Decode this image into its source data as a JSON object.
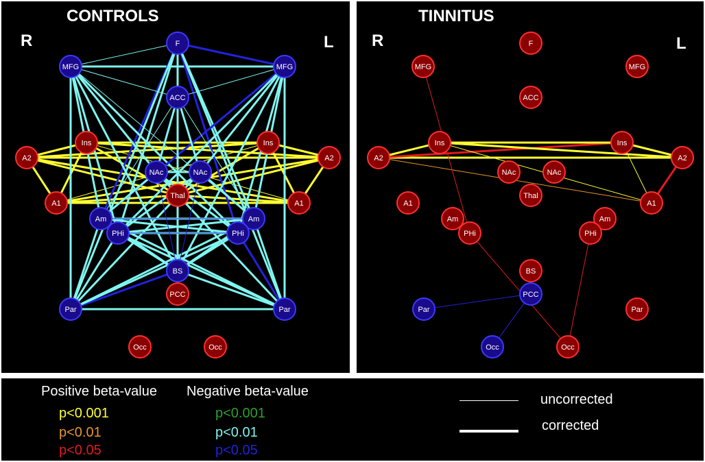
{
  "colors": {
    "pos_p001": "#ffff33",
    "pos_p01": "#e8962e",
    "pos_p05": "#e31a1c",
    "neg_p001": "#2ca02c",
    "neg_p01": "#7ff5f0",
    "neg_p05": "#2222dd",
    "node_pos": "#8b0000",
    "node_neg": "#1a0a8c"
  },
  "panels": {
    "controls": {
      "title": "CONTROLS",
      "right_label": "R",
      "left_label": "L",
      "nodes": [
        {
          "id": "F",
          "label": "F",
          "type": "neg"
        },
        {
          "id": "MFG_R",
          "label": "MFG",
          "type": "neg"
        },
        {
          "id": "MFG_L",
          "label": "MFG",
          "type": "neg"
        },
        {
          "id": "ACC",
          "label": "ACC",
          "type": "neg"
        },
        {
          "id": "Ins_R",
          "label": "Ins",
          "type": "pos"
        },
        {
          "id": "Ins_L",
          "label": "Ins",
          "type": "pos"
        },
        {
          "id": "A2_R",
          "label": "A2",
          "type": "pos"
        },
        {
          "id": "A2_L",
          "label": "A2",
          "type": "pos"
        },
        {
          "id": "NAc_R",
          "label": "NAc",
          "type": "neg"
        },
        {
          "id": "NAc_L",
          "label": "NAc",
          "type": "neg"
        },
        {
          "id": "Thal",
          "label": "Thal",
          "type": "pos"
        },
        {
          "id": "A1_R",
          "label": "A1",
          "type": "pos"
        },
        {
          "id": "A1_L",
          "label": "A1",
          "type": "pos"
        },
        {
          "id": "Am_R",
          "label": "Am",
          "type": "neg"
        },
        {
          "id": "Am_L",
          "label": "Am",
          "type": "neg"
        },
        {
          "id": "PHi_R",
          "label": "PHi",
          "type": "neg"
        },
        {
          "id": "PHi_L",
          "label": "PHi",
          "type": "neg"
        },
        {
          "id": "BS",
          "label": "BS",
          "type": "neg"
        },
        {
          "id": "PCC",
          "label": "PCC",
          "type": "pos"
        },
        {
          "id": "Par_R",
          "label": "Par",
          "type": "neg"
        },
        {
          "id": "Par_L",
          "label": "Par",
          "type": "neg"
        },
        {
          "id": "Occ_R",
          "label": "Occ",
          "type": "pos"
        },
        {
          "id": "Occ_L",
          "label": "Occ",
          "type": "pos"
        }
      ],
      "edges": [
        {
          "a": "A2_R",
          "b": "A2_L",
          "c": "pos_p001",
          "w": "c"
        },
        {
          "a": "A2_R",
          "b": "Ins_L",
          "c": "pos_p001",
          "w": "c"
        },
        {
          "a": "Ins_R",
          "b": "A2_L",
          "c": "pos_p001",
          "w": "c"
        },
        {
          "a": "Ins_R",
          "b": "Ins_L",
          "c": "pos_p001",
          "w": "c"
        },
        {
          "a": "A2_R",
          "b": "Ins_R",
          "c": "pos_p001",
          "w": "c"
        },
        {
          "a": "A2_L",
          "b": "Ins_L",
          "c": "pos_p001",
          "w": "c"
        },
        {
          "a": "A2_R",
          "b": "A1_R",
          "c": "pos_p001",
          "w": "c"
        },
        {
          "a": "A2_L",
          "b": "A1_L",
          "c": "pos_p001",
          "w": "c"
        },
        {
          "a": "A1_R",
          "b": "A1_L",
          "c": "pos_p001",
          "w": "c"
        },
        {
          "a": "A1_R",
          "b": "Ins_R",
          "c": "pos_p001",
          "w": "c"
        },
        {
          "a": "A1_L",
          "b": "Ins_L",
          "c": "pos_p001",
          "w": "c"
        },
        {
          "a": "A1_R",
          "b": "A2_L",
          "c": "pos_p001",
          "w": "c"
        },
        {
          "a": "A2_R",
          "b": "A1_L",
          "c": "pos_p001",
          "w": "c"
        },
        {
          "a": "A1_R",
          "b": "Ins_L",
          "c": "pos_p001",
          "w": "u"
        },
        {
          "a": "Ins_R",
          "b": "A1_L",
          "c": "pos_p001",
          "w": "u"
        },
        {
          "a": "A1_R",
          "b": "Thal",
          "c": "pos_p001",
          "w": "c"
        },
        {
          "a": "A1_L",
          "b": "Thal",
          "c": "pos_p001",
          "w": "c"
        },
        {
          "a": "A2_R",
          "b": "Thal",
          "c": "pos_p001",
          "w": "c"
        },
        {
          "a": "A2_L",
          "b": "Thal",
          "c": "pos_p001",
          "w": "c"
        },
        {
          "a": "Ins_R",
          "b": "Thal",
          "c": "pos_p001",
          "w": "c"
        },
        {
          "a": "Ins_L",
          "b": "Thal",
          "c": "pos_p001",
          "w": "c"
        },
        {
          "a": "F",
          "b": "MFG_L",
          "c": "neg_p05",
          "w": "c"
        },
        {
          "a": "F",
          "b": "MFG_R",
          "c": "neg_p01",
          "w": "u"
        },
        {
          "a": "MFG_R",
          "b": "MFG_L",
          "c": "neg_p01",
          "w": "c"
        },
        {
          "a": "MFG_R",
          "b": "Par_R",
          "c": "neg_p01",
          "w": "c"
        },
        {
          "a": "MFG_L",
          "b": "Par_L",
          "c": "neg_p01",
          "w": "c"
        },
        {
          "a": "Par_R",
          "b": "Par_L",
          "c": "neg_p01",
          "w": "c"
        },
        {
          "a": "F",
          "b": "ACC",
          "c": "neg_p01",
          "w": "c"
        },
        {
          "a": "F",
          "b": "BS",
          "c": "neg_p01",
          "w": "c"
        },
        {
          "a": "F",
          "b": "Am_R",
          "c": "neg_p05",
          "w": "c"
        },
        {
          "a": "F",
          "b": "PHi_L",
          "c": "neg_p05",
          "w": "c"
        },
        {
          "a": "F",
          "b": "Am_L",
          "c": "neg_p01",
          "w": "c"
        },
        {
          "a": "F",
          "b": "PHi_R",
          "c": "neg_p01",
          "w": "c"
        },
        {
          "a": "F",
          "b": "Par_R",
          "c": "neg_p01",
          "w": "c"
        },
        {
          "a": "F",
          "b": "Par_L",
          "c": "neg_p01",
          "w": "c"
        },
        {
          "a": "MFG_R",
          "b": "Am_R",
          "c": "neg_p01",
          "w": "c"
        },
        {
          "a": "MFG_R",
          "b": "PHi_R",
          "c": "neg_p01",
          "w": "c"
        },
        {
          "a": "MFG_R",
          "b": "NAc_R",
          "c": "neg_p01",
          "w": "c"
        },
        {
          "a": "MFG_R",
          "b": "Am_L",
          "c": "neg_p01",
          "w": "u"
        },
        {
          "a": "MFG_R",
          "b": "PHi_L",
          "c": "neg_p01",
          "w": "c"
        },
        {
          "a": "MFG_R",
          "b": "BS",
          "c": "neg_p01",
          "w": "c"
        },
        {
          "a": "MFG_R",
          "b": "ACC",
          "c": "neg_p01",
          "w": "u"
        },
        {
          "a": "MFG_L",
          "b": "Am_L",
          "c": "neg_p01",
          "w": "c"
        },
        {
          "a": "MFG_L",
          "b": "PHi_L",
          "c": "neg_p01",
          "w": "c"
        },
        {
          "a": "MFG_L",
          "b": "NAc_L",
          "c": "neg_p01",
          "w": "c"
        },
        {
          "a": "MFG_L",
          "b": "Am_R",
          "c": "neg_p05",
          "w": "c"
        },
        {
          "a": "MFG_L",
          "b": "PHi_R",
          "c": "neg_p01",
          "w": "c"
        },
        {
          "a": "MFG_L",
          "b": "BS",
          "c": "neg_p01",
          "w": "c"
        },
        {
          "a": "MFG_L",
          "b": "ACC",
          "c": "neg_p01",
          "w": "u"
        },
        {
          "a": "ACC",
          "b": "NAc_R",
          "c": "neg_p01",
          "w": "c"
        },
        {
          "a": "ACC",
          "b": "NAc_L",
          "c": "neg_p01",
          "w": "c"
        },
        {
          "a": "ACC",
          "b": "Am_R",
          "c": "neg_p01",
          "w": "u"
        },
        {
          "a": "ACC",
          "b": "Am_L",
          "c": "neg_p01",
          "w": "u"
        },
        {
          "a": "ACC",
          "b": "BS",
          "c": "neg_p01",
          "w": "c"
        },
        {
          "a": "Am_R",
          "b": "Am_L",
          "c": "neg_p01",
          "w": "c"
        },
        {
          "a": "PHi_R",
          "b": "PHi_L",
          "c": "neg_p01",
          "w": "c"
        },
        {
          "a": "Am_R",
          "b": "PHi_L",
          "c": "neg_p01",
          "w": "c"
        },
        {
          "a": "PHi_R",
          "b": "Am_L",
          "c": "neg_p01",
          "w": "c"
        },
        {
          "a": "Am_R",
          "b": "BS",
          "c": "neg_p01",
          "w": "c"
        },
        {
          "a": "Am_L",
          "b": "BS",
          "c": "neg_p01",
          "w": "c"
        },
        {
          "a": "PHi_R",
          "b": "BS",
          "c": "neg_p01",
          "w": "c"
        },
        {
          "a": "PHi_L",
          "b": "BS",
          "c": "neg_p01",
          "w": "c"
        },
        {
          "a": "Par_R",
          "b": "BS",
          "c": "neg_p05",
          "w": "c"
        },
        {
          "a": "Par_L",
          "b": "BS",
          "c": "neg_p01",
          "w": "c"
        },
        {
          "a": "Par_R",
          "b": "Am_R",
          "c": "neg_p01",
          "w": "c"
        },
        {
          "a": "Par_R",
          "b": "PHi_R",
          "c": "neg_p01",
          "w": "c"
        },
        {
          "a": "Par_L",
          "b": "Am_L",
          "c": "neg_p01",
          "w": "c"
        },
        {
          "a": "Par_L",
          "b": "PHi_L",
          "c": "neg_p05",
          "w": "c"
        },
        {
          "a": "Par_R",
          "b": "Am_L",
          "c": "neg_p01",
          "w": "c"
        },
        {
          "a": "Par_R",
          "b": "PHi_L",
          "c": "neg_p01",
          "w": "c"
        },
        {
          "a": "Par_L",
          "b": "Am_R",
          "c": "neg_p01",
          "w": "c"
        },
        {
          "a": "Par_L",
          "b": "PHi_R",
          "c": "neg_p01",
          "w": "c"
        },
        {
          "a": "Par_R",
          "b": "NAc_L",
          "c": "neg_p01",
          "w": "c"
        },
        {
          "a": "Par_L",
          "b": "NAc_R",
          "c": "neg_p01",
          "w": "c"
        },
        {
          "a": "NAc_R",
          "b": "NAc_L",
          "c": "neg_p01",
          "w": "c"
        },
        {
          "a": "NAc_R",
          "b": "Am_R",
          "c": "neg_p01",
          "w": "c"
        },
        {
          "a": "NAc_L",
          "b": "Am_L",
          "c": "neg_p01",
          "w": "c"
        },
        {
          "a": "NAc_R",
          "b": "PHi_L",
          "c": "neg_p01",
          "w": "c"
        },
        {
          "a": "NAc_L",
          "b": "PHi_R",
          "c": "neg_p01",
          "w": "c"
        },
        {
          "a": "NAc_R",
          "b": "BS",
          "c": "neg_p05",
          "w": "u"
        },
        {
          "a": "NAc_L",
          "b": "BS",
          "c": "neg_p05",
          "w": "u"
        },
        {
          "a": "Am_R",
          "b": "Am_L",
          "c": "neg_p05",
          "w": "u"
        },
        {
          "a": "PHi_R",
          "b": "PHi_L",
          "c": "neg_p05",
          "w": "u"
        }
      ]
    },
    "tinnitus": {
      "title": "TINNITUS",
      "right_label": "R",
      "left_label": "L",
      "nodes": [
        {
          "id": "F",
          "label": "F",
          "type": "pos"
        },
        {
          "id": "MFG_R",
          "label": "MFG",
          "type": "pos"
        },
        {
          "id": "MFG_L",
          "label": "MFG",
          "type": "pos"
        },
        {
          "id": "ACC",
          "label": "ACC",
          "type": "pos"
        },
        {
          "id": "Ins_R",
          "label": "Ins",
          "type": "pos"
        },
        {
          "id": "Ins_L",
          "label": "Ins",
          "type": "pos"
        },
        {
          "id": "A2_R",
          "label": "A2",
          "type": "pos"
        },
        {
          "id": "A2_L",
          "label": "A2",
          "type": "pos"
        },
        {
          "id": "NAc_R",
          "label": "NAc",
          "type": "pos"
        },
        {
          "id": "NAc_L",
          "label": "NAc",
          "type": "pos"
        },
        {
          "id": "Thal",
          "label": "Thal",
          "type": "pos"
        },
        {
          "id": "A1_R",
          "label": "A1",
          "type": "pos"
        },
        {
          "id": "A1_L",
          "label": "A1",
          "type": "pos"
        },
        {
          "id": "Am_R",
          "label": "Am",
          "type": "pos"
        },
        {
          "id": "Am_L",
          "label": "Am",
          "type": "pos"
        },
        {
          "id": "PHi_R",
          "label": "PHi",
          "type": "pos"
        },
        {
          "id": "PHi_L",
          "label": "PHi",
          "type": "pos"
        },
        {
          "id": "BS",
          "label": "BS",
          "type": "pos"
        },
        {
          "id": "PCC",
          "label": "PCC",
          "type": "neg"
        },
        {
          "id": "Par_R",
          "label": "Par",
          "type": "neg"
        },
        {
          "id": "Par_L",
          "label": "Par",
          "type": "pos"
        },
        {
          "id": "Occ_R",
          "label": "Occ",
          "type": "neg"
        },
        {
          "id": "Occ_L",
          "label": "Occ",
          "type": "pos"
        }
      ],
      "edges": [
        {
          "a": "A2_R",
          "b": "A2_L",
          "c": "pos_p001",
          "w": "c"
        },
        {
          "a": "A2_R",
          "b": "Ins_L",
          "c": "pos_p05",
          "w": "c"
        },
        {
          "a": "Ins_R",
          "b": "A2_L",
          "c": "pos_p001",
          "w": "c"
        },
        {
          "a": "Ins_R",
          "b": "Ins_L",
          "c": "pos_p001",
          "w": "c"
        },
        {
          "a": "A2_R",
          "b": "Ins_R",
          "c": "pos_p001",
          "w": "c"
        },
        {
          "a": "Ins_L",
          "b": "A2_L",
          "c": "pos_p001",
          "w": "c"
        },
        {
          "a": "A2_L",
          "b": "A1_L",
          "c": "pos_p05",
          "w": "c"
        },
        {
          "a": "A2_R",
          "b": "A1_L",
          "c": "pos_p01",
          "w": "u"
        },
        {
          "a": "Ins_R",
          "b": "A1_L",
          "c": "pos_p001",
          "w": "u"
        },
        {
          "a": "Ins_L",
          "b": "A1_L",
          "c": "pos_p001",
          "w": "u"
        },
        {
          "a": "MFG_R",
          "b": "PHi_R",
          "c": "pos_p05",
          "w": "u"
        },
        {
          "a": "PHi_R",
          "b": "Occ_L",
          "c": "pos_p05",
          "w": "u"
        },
        {
          "a": "PHi_L",
          "b": "Occ_L",
          "c": "pos_p05",
          "w": "u"
        },
        {
          "a": "PCC",
          "b": "Par_R",
          "c": "neg_p05",
          "w": "u"
        },
        {
          "a": "PCC",
          "b": "Occ_R",
          "c": "neg_p05",
          "w": "u"
        }
      ]
    }
  },
  "legend": {
    "positive_title": "Positive beta-value",
    "negative_title": "Negative beta-value",
    "pos_p001": "p<0.001",
    "pos_p01": "p<0.01",
    "pos_p05": "p<0.05",
    "neg_p001": "p<0.001",
    "neg_p01": "p<0.01",
    "neg_p05": "p<0.05",
    "uncorrected": "uncorrected",
    "corrected": "corrected"
  }
}
